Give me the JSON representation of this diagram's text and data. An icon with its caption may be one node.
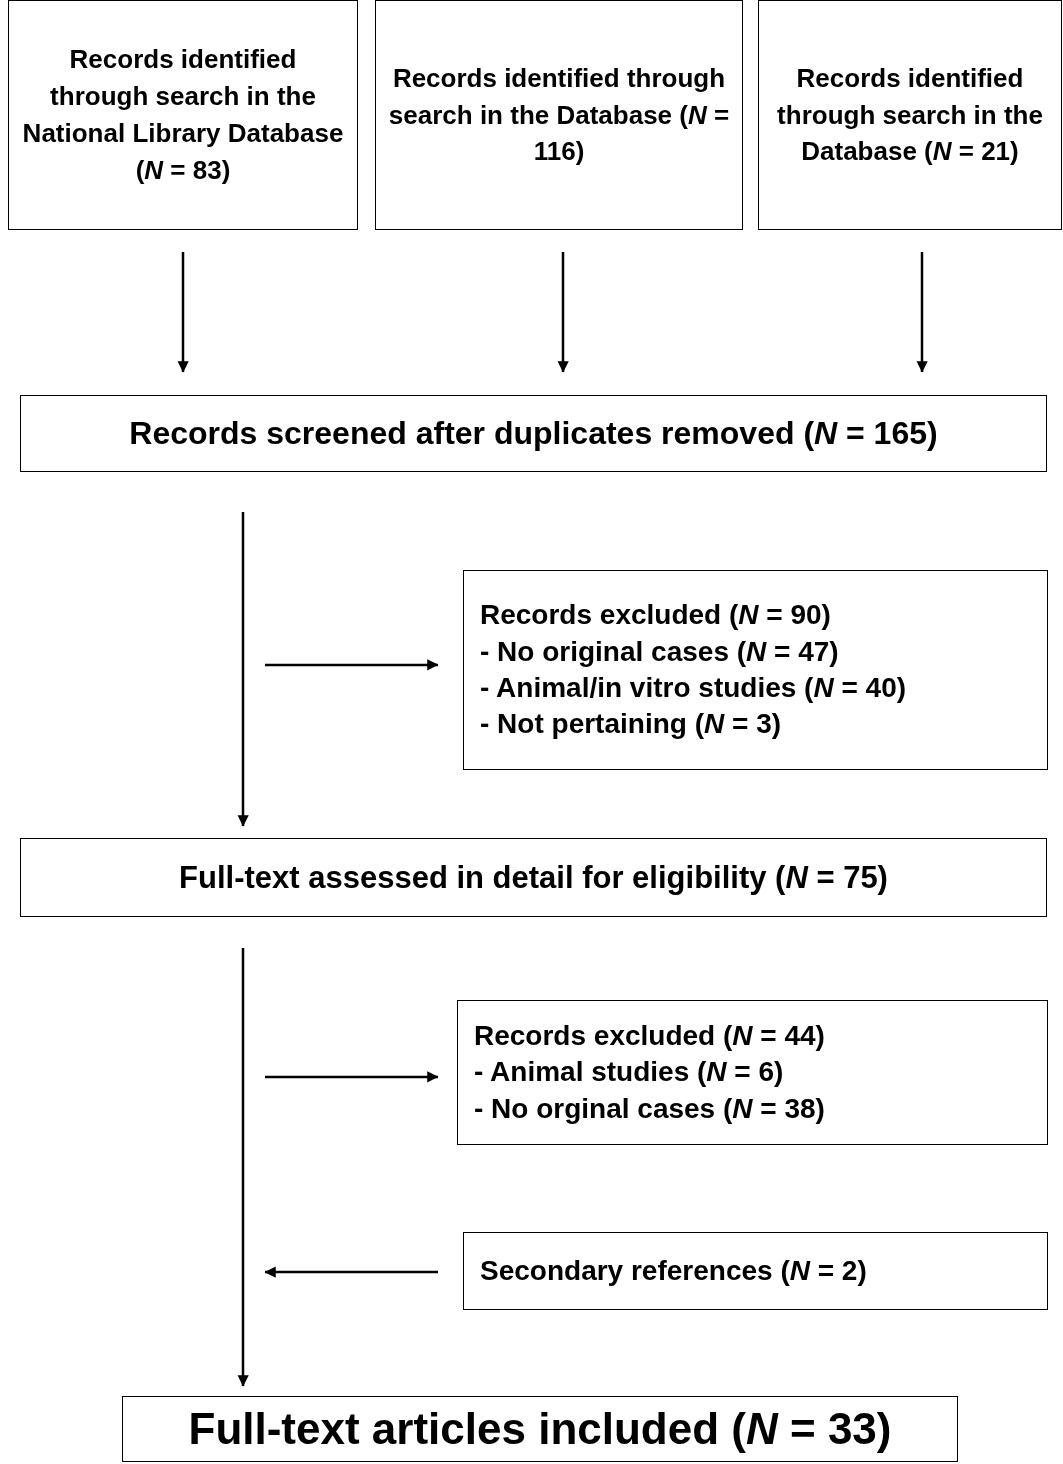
{
  "diagram": {
    "nodes": [
      {
        "text": [
          "Records identified through search in the National Library Database (*N* = 83)"
        ]
      },
      {
        "text": [
          "Records identified through search in the Database (*N* = 116)"
        ]
      },
      {
        "text": [
          "Records identified through search in the Database (*N* = 21)"
        ]
      },
      {
        "text": [
          "Records screened after duplicates removed (*N* = 165)"
        ]
      },
      {
        "text": [
          "Records excluded (*N* = 90)",
          "- No original cases (*N* = 47)",
          "- Animal/in vitro studies (*N* = 40)",
          "- Not pertaining (*N* = 3)"
        ]
      },
      {
        "text": [
          "Full-text assessed in detail for eligibility (*N* = 75)"
        ]
      },
      {
        "text": [
          "Records excluded (*N* = 44)",
          "- Animal studies (*N* = 6)",
          "- No orginal cases (*N* = 38)"
        ]
      },
      {
        "text": [
          "Secondary references (*N* = 2)"
        ]
      },
      {
        "text": [
          "Full-text articles included (*N* = 33)"
        ]
      }
    ],
    "edges": [
      {
        "from": 0,
        "to": 3,
        "arrow": "to"
      },
      {
        "from": 1,
        "to": 3,
        "arrow": "to"
      },
      {
        "from": 2,
        "to": 3,
        "arrow": "to"
      },
      {
        "from": 3,
        "to": 5,
        "arrow": "to"
      },
      {
        "from": null,
        "to": 4,
        "arrow": "to"
      },
      {
        "from": 5,
        "to": 8,
        "arrow": "to"
      },
      {
        "from": null,
        "to": 6,
        "arrow": "to"
      },
      {
        "from": 7,
        "to": null,
        "arrow": "to"
      }
    ]
  }
}
